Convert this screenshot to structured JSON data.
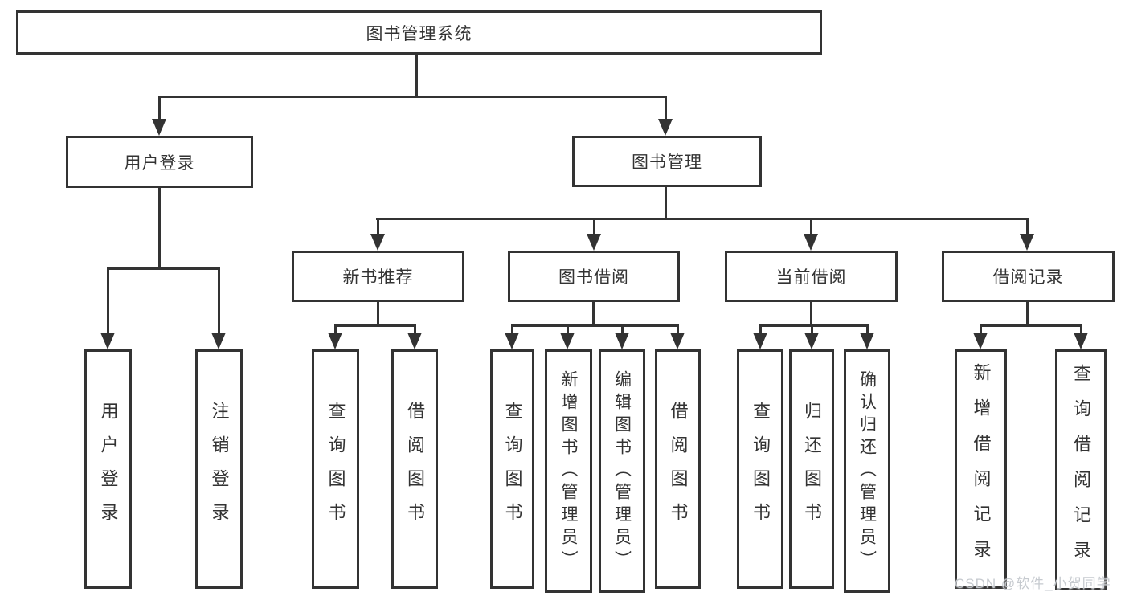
{
  "diagram_title": "图书管理系统",
  "tree": {
    "root": {
      "label": "图书管理系统"
    },
    "branches": [
      {
        "label": "用户登录",
        "children": [
          {
            "label": "用户登录"
          },
          {
            "label": "注销登录"
          }
        ]
      },
      {
        "label": "图书管理",
        "children": [
          {
            "label": "新书推荐",
            "children": [
              {
                "label": "查询图书"
              },
              {
                "label": "借阅图书"
              }
            ]
          },
          {
            "label": "图书借阅",
            "children": [
              {
                "label": "查询图书"
              },
              {
                "label": "新增图书（管理员）"
              },
              {
                "label": "编辑图书（管理员）"
              },
              {
                "label": "借阅图书"
              }
            ]
          },
          {
            "label": "当前借阅",
            "children": [
              {
                "label": "查询图书"
              },
              {
                "label": "归还图书"
              },
              {
                "label": "确认归还（管理员）"
              }
            ]
          },
          {
            "label": "借阅记录",
            "children": [
              {
                "label": "新增借阅记录"
              },
              {
                "label": "查询借阅记录"
              }
            ]
          }
        ]
      }
    ]
  },
  "watermark": {
    "text": "CSDN @软件_小贺同学"
  },
  "colors": {
    "background": "#ffffff",
    "line": "#333333",
    "box_border": "#333333",
    "text": "#333333",
    "watermark": "#c3c7cc"
  }
}
